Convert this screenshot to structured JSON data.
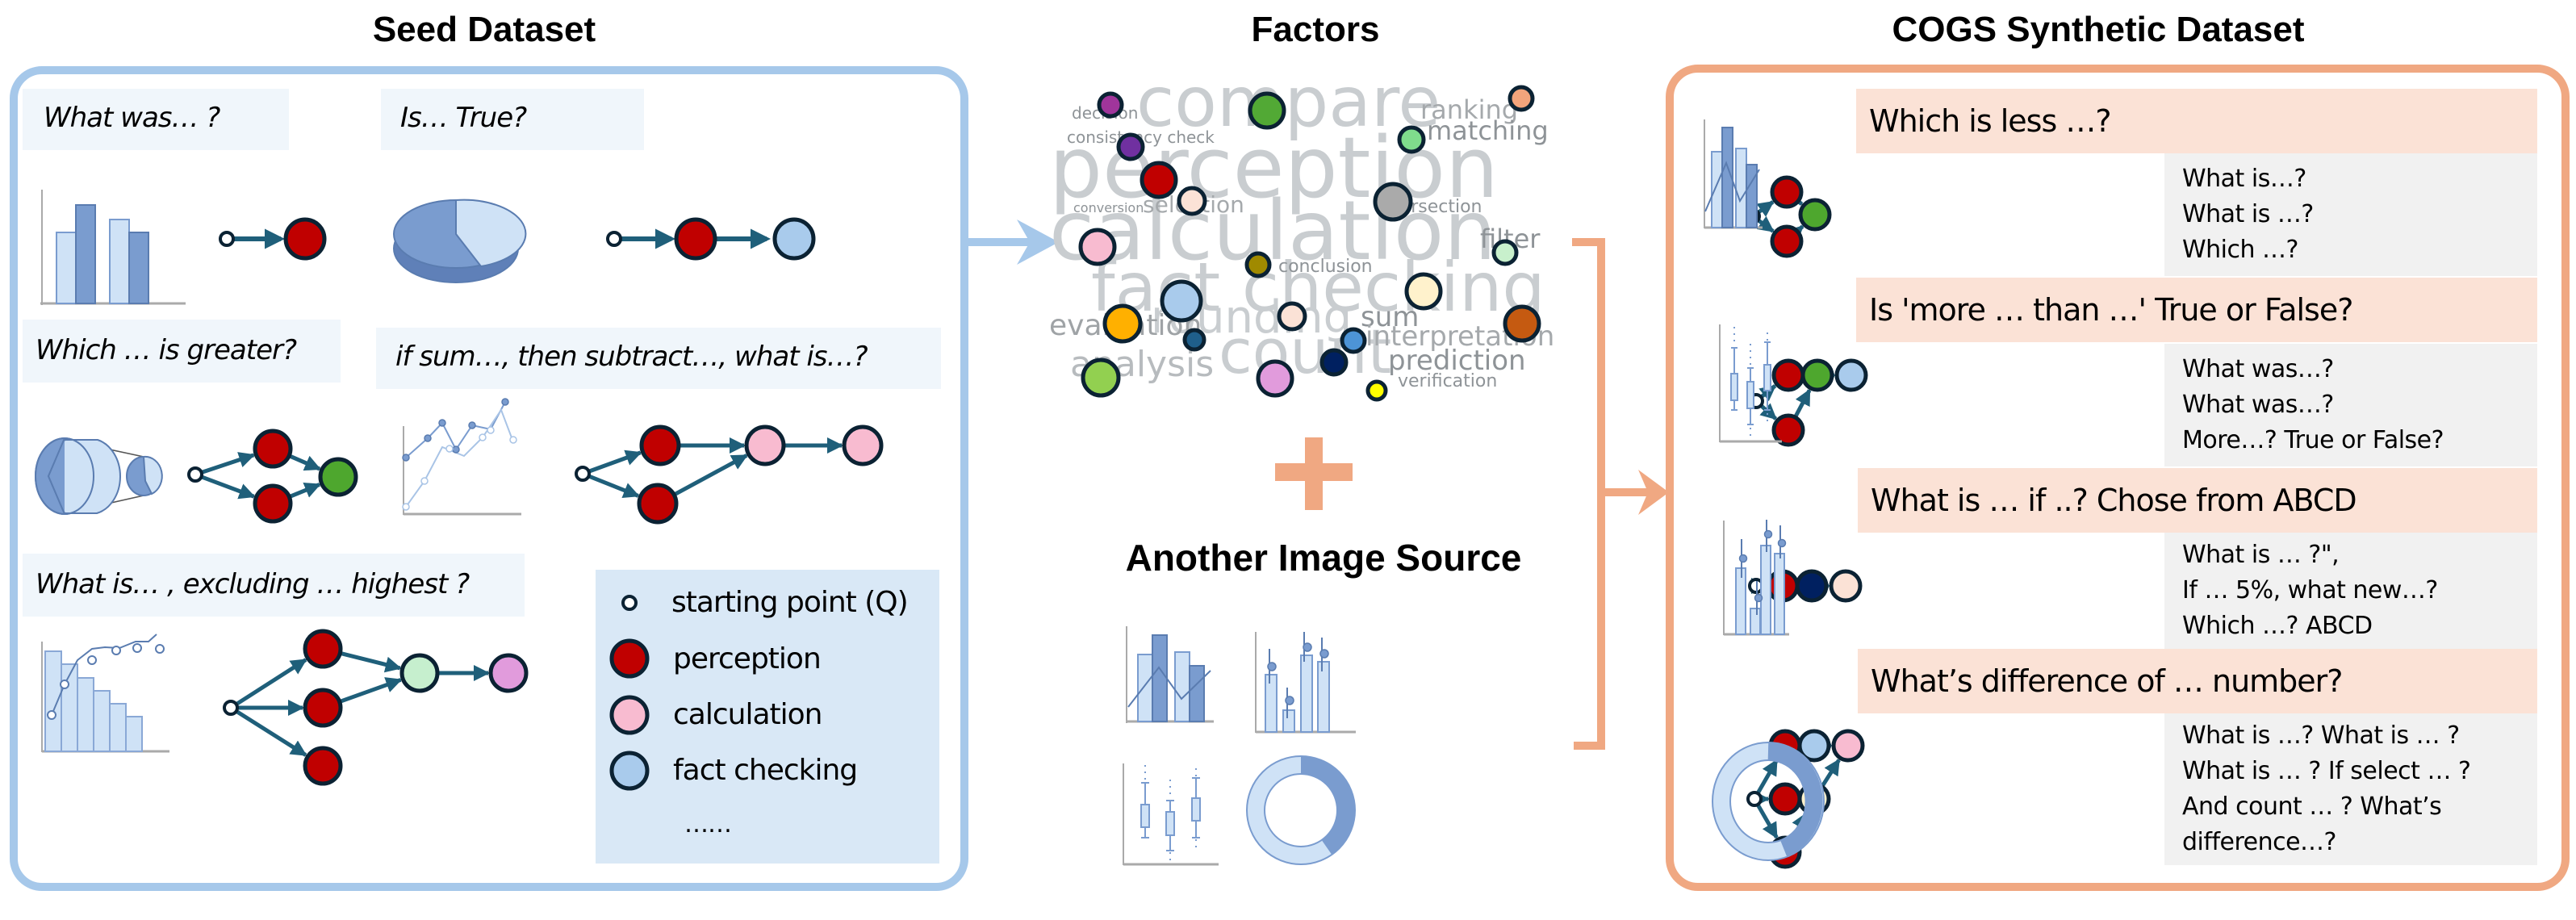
{
  "sections": {
    "seed": {
      "title": "Seed Dataset",
      "questions": [
        "What was… ?",
        "Is… True?",
        "Which … is greater?",
        "if sum…, then subtract…,  what is…?",
        "What is… , excluding … highest ?"
      ],
      "legend": {
        "items": [
          {
            "label": "starting point (Q)",
            "type": "start"
          },
          {
            "label": "perception",
            "color": "#c00000"
          },
          {
            "label": "calculation",
            "color": "#f8bbd0"
          },
          {
            "label": "fact checking",
            "color": "#a9cbec"
          }
        ],
        "more": "……"
      }
    },
    "factors": {
      "title": "Factors",
      "words": [
        {
          "text": "compare",
          "size": "xl"
        },
        {
          "text": "perception",
          "size": "xxl"
        },
        {
          "text": "calculation",
          "size": "xxl"
        },
        {
          "text": "fact checking",
          "size": "xl"
        },
        {
          "text": "count",
          "size": "xl"
        },
        {
          "text": "rounding",
          "size": "l"
        },
        {
          "text": "analysis",
          "size": "m"
        },
        {
          "text": "evaluation",
          "size": "m"
        },
        {
          "text": "decision",
          "size": "s"
        },
        {
          "text": "consistency check",
          "size": "s"
        },
        {
          "text": "ranking",
          "size": "m"
        },
        {
          "text": "matching",
          "size": "m"
        },
        {
          "text": "conversion",
          "size": "xs"
        },
        {
          "text": "selection",
          "size": "m"
        },
        {
          "text": "intersection",
          "size": "s"
        },
        {
          "text": "filter",
          "size": "m"
        },
        {
          "text": "conclusion",
          "size": "s"
        },
        {
          "text": "sum",
          "size": "m"
        },
        {
          "text": "interpretation",
          "size": "m"
        },
        {
          "text": "prediction",
          "size": "m"
        },
        {
          "text": "verification",
          "size": "s"
        }
      ],
      "node_colors": [
        "#a0359b",
        "#52a935",
        "#f2a47c",
        "#7030a0",
        "#7fdc8c",
        "#c00000",
        "#fbe2d6",
        "#aaaaaa",
        "#f8bbd0",
        "#c8f0cc",
        "#a08a00",
        "#fff2cc",
        "#a9cbec",
        "#fbe2d6",
        "#ffb000",
        "#c55a11",
        "#1f5f8b",
        "#4d94d6",
        "#002060",
        "#92d050",
        "#e19bdc",
        "#ffff00"
      ],
      "plus": "+",
      "other_source_title": "Another Image Source"
    },
    "cogs": {
      "title": "COGS Synthetic Dataset",
      "rows": [
        {
          "question": "Which is less …?",
          "subquestions": "What is…?\nWhat is …?\nWhich …?"
        },
        {
          "question": "Is 'more … than …' True or False?",
          "subquestions": "What was…?\nWhat was…?\nMore…? True or False?"
        },
        {
          "question": "What is … if ..? Chose from ABCD",
          "subquestions": "What is … ?\",\nIf … 5%, what new…?\nWhich …? ABCD"
        },
        {
          "question": "What’s difference of … number?",
          "subquestions": "What is …? What is … ?\nWhat is … ? If select … ?\nAnd count … ? What’s\ndifference…?"
        }
      ]
    }
  },
  "colors": {
    "seed_border": "#a6c8ea",
    "cogs_border": "#f0a882",
    "edge": "#1f5f7a",
    "node_stroke": "#0b2233",
    "perception": "#c00000",
    "calculation": "#f8bbd0",
    "fact_checking": "#a9cbec",
    "green": "#4ea72e",
    "light_green": "#c6efce",
    "violet": "#e19bdc",
    "navy": "#002060",
    "cream": "#fff2cc",
    "peach": "#fbe2d6",
    "chart_dark": "#7a9ccf",
    "chart_light": "#cfe2f6"
  }
}
